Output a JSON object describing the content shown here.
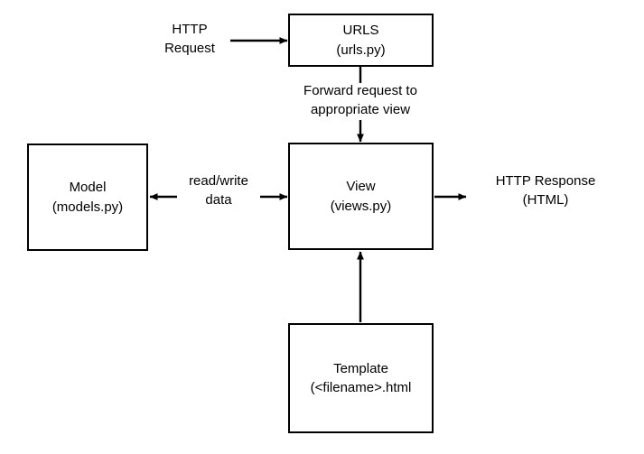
{
  "diagram": {
    "title_hidden": "",
    "background_color": "#ffffff",
    "stroke_color": "#000000",
    "nodes": [
      {
        "id": "urls",
        "name": "urls-node",
        "line1": "URLS",
        "line2": "(urls.py)"
      },
      {
        "id": "view",
        "name": "view-node",
        "line1": "View",
        "line2": "(views.py)"
      },
      {
        "id": "model",
        "name": "model-node",
        "line1": "Model",
        "line2": "(models.py)"
      },
      {
        "id": "template",
        "name": "template-node",
        "line1": "Template",
        "line2": "(<filename>.html"
      }
    ],
    "labels": [
      {
        "id": "http_request",
        "line1": "HTTP",
        "line2": "Request"
      },
      {
        "id": "forward_request",
        "line1": "Forward request to",
        "line2": "appropriate view"
      },
      {
        "id": "read_write",
        "line1": "read/write",
        "line2": "data"
      },
      {
        "id": "http_response",
        "line1": "HTTP Response",
        "line2": "(HTML)"
      }
    ],
    "edges": [
      {
        "id": "http-request-to-urls",
        "from": "HTTP Request",
        "to": "URLS"
      },
      {
        "id": "urls-to-view",
        "from": "URLS",
        "to": "View"
      },
      {
        "id": "view-to-model",
        "from": "View",
        "to": "Model"
      },
      {
        "id": "model-to-view",
        "from": "Model",
        "to": "View"
      },
      {
        "id": "view-to-http-response",
        "from": "View",
        "to": "HTTP Response"
      },
      {
        "id": "template-to-view",
        "from": "Template",
        "to": "View"
      }
    ]
  }
}
